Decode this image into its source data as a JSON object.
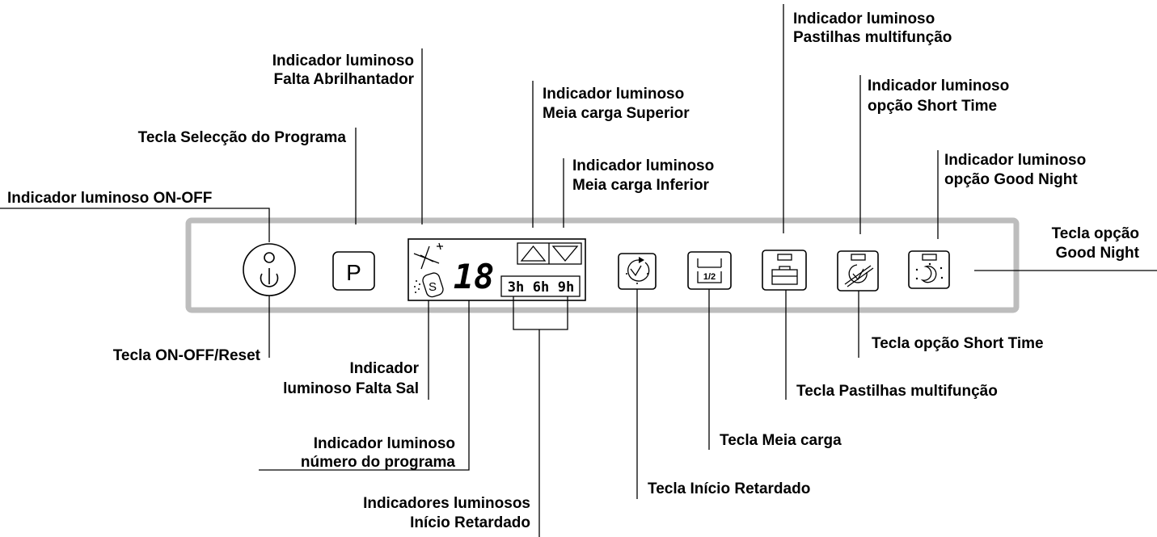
{
  "labels": {
    "on_off_indicator": "Indicador luminoso ON-OFF",
    "program_key": "Tecla Selecção do Programa",
    "rinse_aid_l1": "Indicador luminoso",
    "rinse_aid_l2": "Falta Abrilhantador",
    "half_upper_l1": "Indicador luminoso",
    "half_upper_l2": "Meia carga Superior",
    "half_lower_l1": "Indicador luminoso",
    "half_lower_l2": "Meia carga Inferior",
    "multi_tab_ind_l1": "Indicador luminoso",
    "multi_tab_ind_l2": "Pastilhas multifunção",
    "short_time_ind_l1": "Indicador luminoso",
    "short_time_ind_l2": "opção Short Time",
    "good_night_ind_l1": "Indicador luminoso",
    "good_night_ind_l2": "opção Good Night",
    "good_night_key_l1": "Tecla opção",
    "good_night_key_l2": "Good Night",
    "on_off_key": "Tecla ON-OFF/Reset",
    "salt_l1": "Indicador",
    "salt_l2": "luminoso Falta Sal",
    "prog_num_l1": "Indicador luminoso",
    "prog_num_l2": "número do programa",
    "delay_ind_l1": "Indicadores luminosos",
    "delay_ind_l2": "Início Retardado",
    "delay_key": "Tecla Início Retardado",
    "half_load_key": "Tecla Meia carga",
    "multi_tab_key": "Tecla Pastilhas multifunção",
    "short_time_key": "Tecla opção Short Time"
  },
  "panel": {
    "program_button": "P",
    "display_digits": "18",
    "salt_symbol": "S",
    "delay_options": [
      "3h",
      "6h",
      "9h"
    ],
    "half_load_symbol": "1/2"
  }
}
